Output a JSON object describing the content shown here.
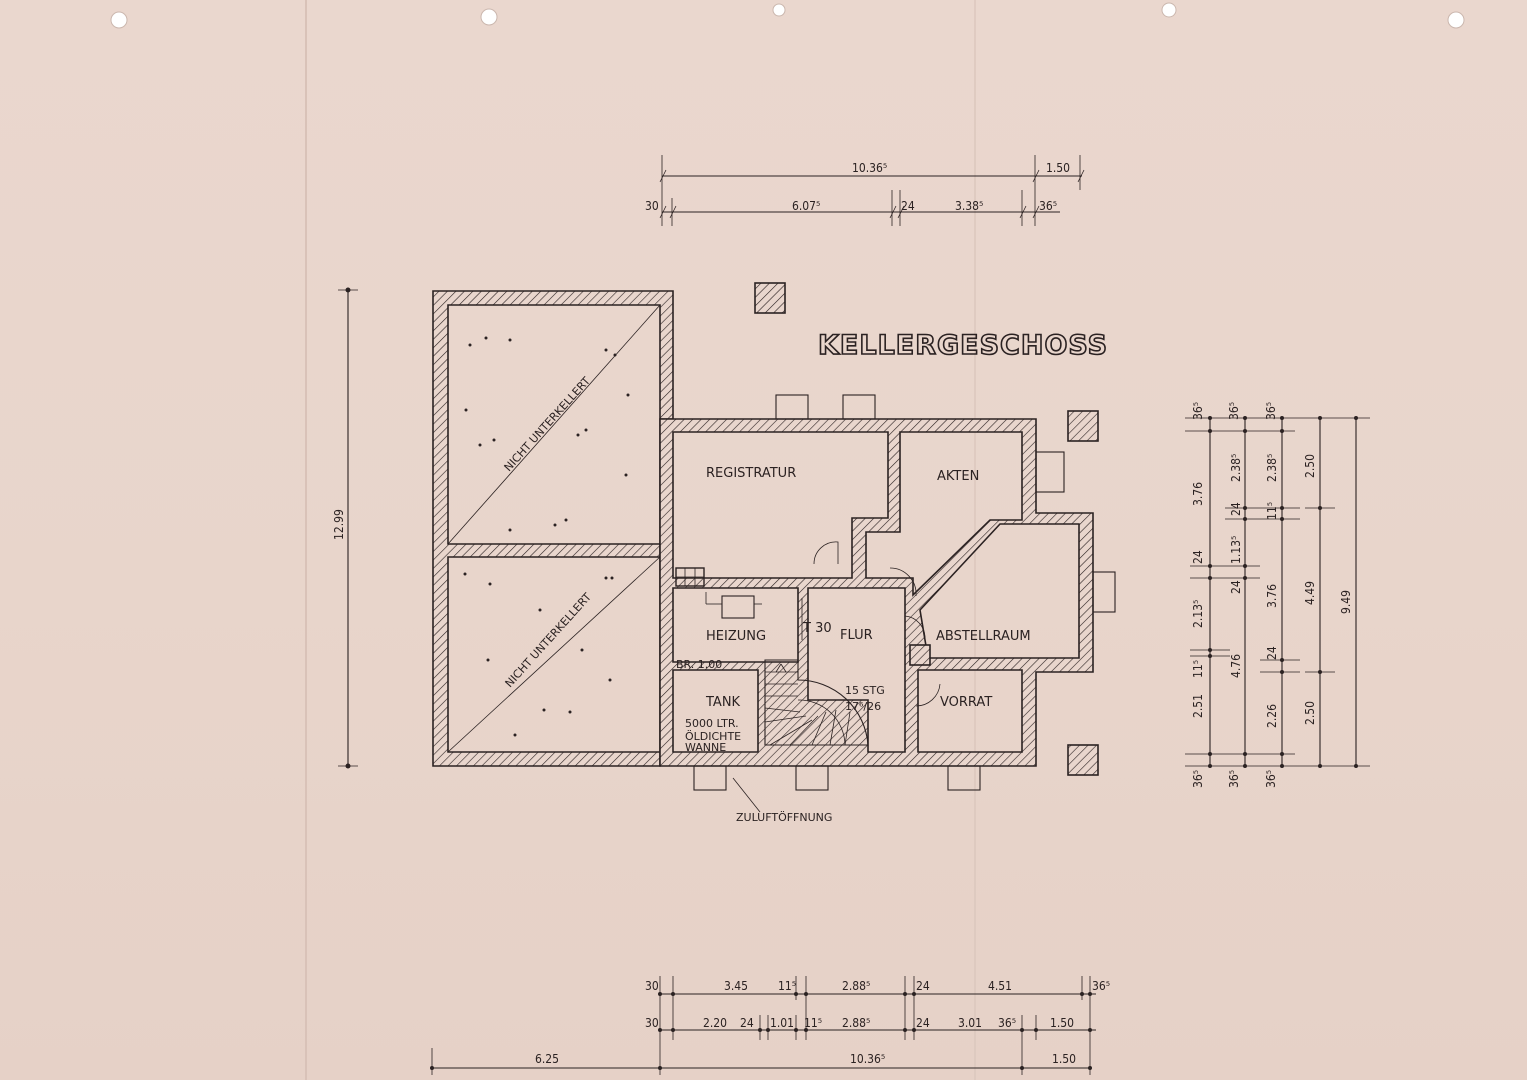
{
  "title": "KELLERGESCHOSS",
  "rooms": {
    "registratur": "REGISTRATUR",
    "akten": "AKTEN",
    "heizung": "HEIZUNG",
    "flur": "FLUR",
    "t30": "T 30",
    "abstellraum": "ABSTELLRAUM",
    "vorrat": "VORRAT",
    "tank": "TANK",
    "tank_br": "BR.   1.00",
    "tank_capacity": "5000 LTR.",
    "tank_note1": "ÖLDICHTE",
    "tank_note2": "WANNE",
    "stairs_count": "15 STG",
    "stairs_ratio": "17⁶/26",
    "nicht1": "NICHT UNTERKELLERT",
    "nicht2": "NICHT UNTERKELLERT",
    "zuluft": "ZULUFTÖFFNUNG"
  },
  "dims_top": {
    "total": "10.36⁵",
    "right": "1.50",
    "a": "30",
    "b": "6.07⁵",
    "c": "24",
    "d": "3.38⁵",
    "e": "36⁵"
  },
  "dims_left": {
    "total": "12.99"
  },
  "dims_right": {
    "c1_a": "36⁵",
    "c1_b": "3.76",
    "c1_c": "24",
    "c1_d": "2.13⁵",
    "c1_e": "11⁵",
    "c1_f": "2.51",
    "c1_g": "36⁵",
    "c2_a": "36⁵",
    "c2_b": "2.38⁵",
    "c2_c": "24",
    "c2_d": "1.13⁵",
    "c2_e": "24",
    "c2_f": "4.76",
    "c2_g": "36⁵",
    "c3_a": "36⁵",
    "c3_b": "2.38⁵",
    "c3_c": "11⁵",
    "c3_d": "3.76",
    "c3_e": "24",
    "c3_f": "2.26",
    "c3_g": "36⁵",
    "c4_a": "2.50",
    "c4_b": "4.49",
    "c4_c": "2.50",
    "c5": "9.49"
  },
  "dims_bottom": {
    "r1_a": "30",
    "r1_b": "3.45",
    "r1_c": "11⁵",
    "r1_d": "2.88⁵",
    "r1_e": "24",
    "r1_f": "4.51",
    "r1_g": "36⁵",
    "r2_a": "30",
    "r2_b": "2.20",
    "r2_c": "24",
    "r2_d": "1.01",
    "r2_e": "11⁵",
    "r2_f": "2.88⁵",
    "r2_g": "24",
    "r2_h": "3.01",
    "r2_i": "36⁵",
    "r2_j": "1.50",
    "r3_a": "6.25",
    "r3_b": "10.36⁵",
    "r3_c": "1.50"
  }
}
